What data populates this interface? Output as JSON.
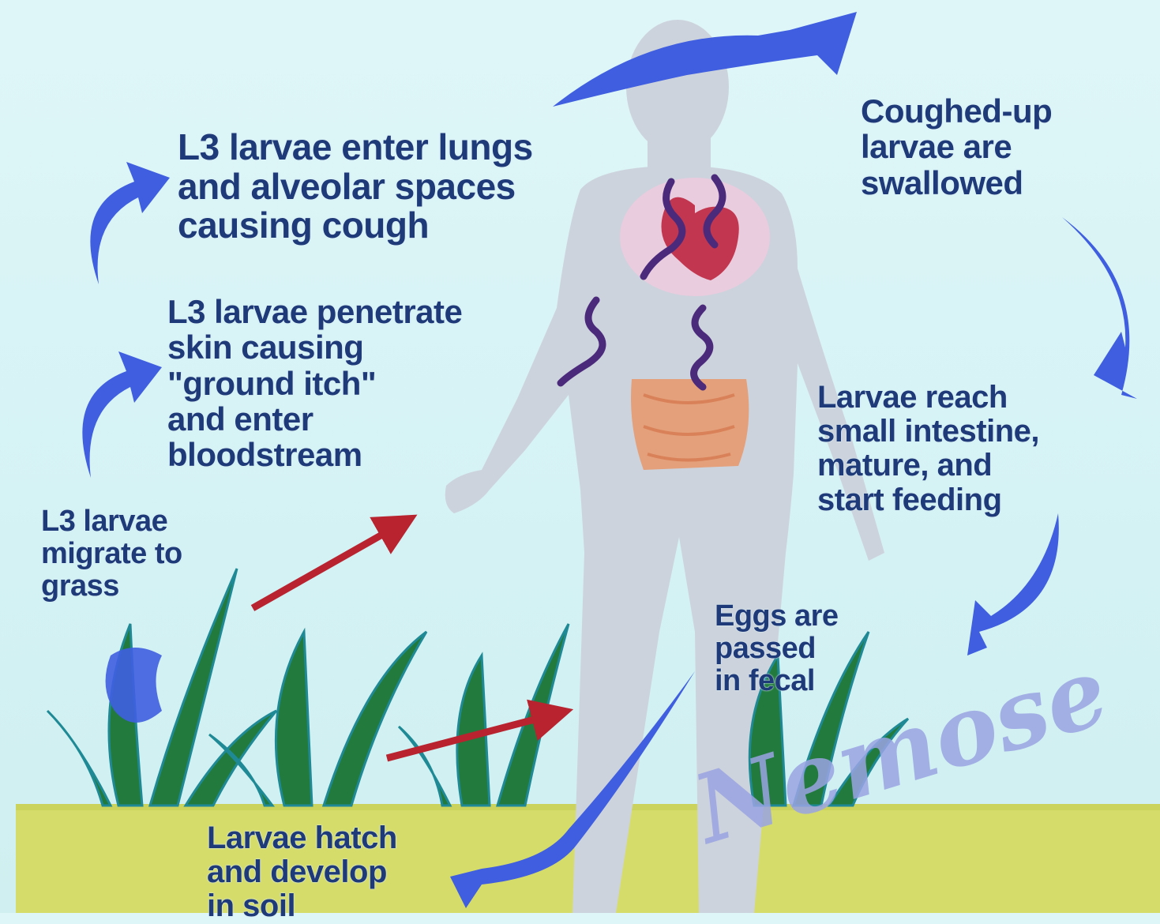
{
  "labels": {
    "lungs": [
      "L3 larvae enter lungs",
      "and alveolar spaces",
      "causing cough"
    ],
    "skin": [
      "L3 larvae penetrate",
      "skin causing",
      "\"ground itch\"",
      "and enter",
      "bloodstream"
    ],
    "grass": [
      "L3 larvae",
      "migrate to",
      "grass"
    ],
    "swallowed": [
      "Coughed-up",
      "larvae are",
      "swallowed"
    ],
    "intestine": [
      "Larvae reach",
      "small intestine,",
      "mature, and",
      "start feeding"
    ],
    "eggs": [
      "Eggs are",
      "passed",
      "in fecal"
    ],
    "soil": [
      "Larvae hatch",
      "and develop",
      "in soil"
    ]
  },
  "watermark": "Nemose",
  "colors": {
    "background": "#d6f2f5",
    "body": "#cdd3dc",
    "cycle_arrow": "#3f5ee0",
    "larva_arrow": "#b8232f",
    "grass": "#227a3c",
    "soil": "#d6dc6a",
    "heart": "#c2374f",
    "intestine": "#e79a6f",
    "larva": "#4b2a7c",
    "text": "#1f3a78"
  },
  "icons": [
    "human-figure",
    "heart-icon",
    "intestine-icon",
    "larva-worm",
    "grass-clump",
    "cycle-arrow",
    "migration-arrow"
  ]
}
